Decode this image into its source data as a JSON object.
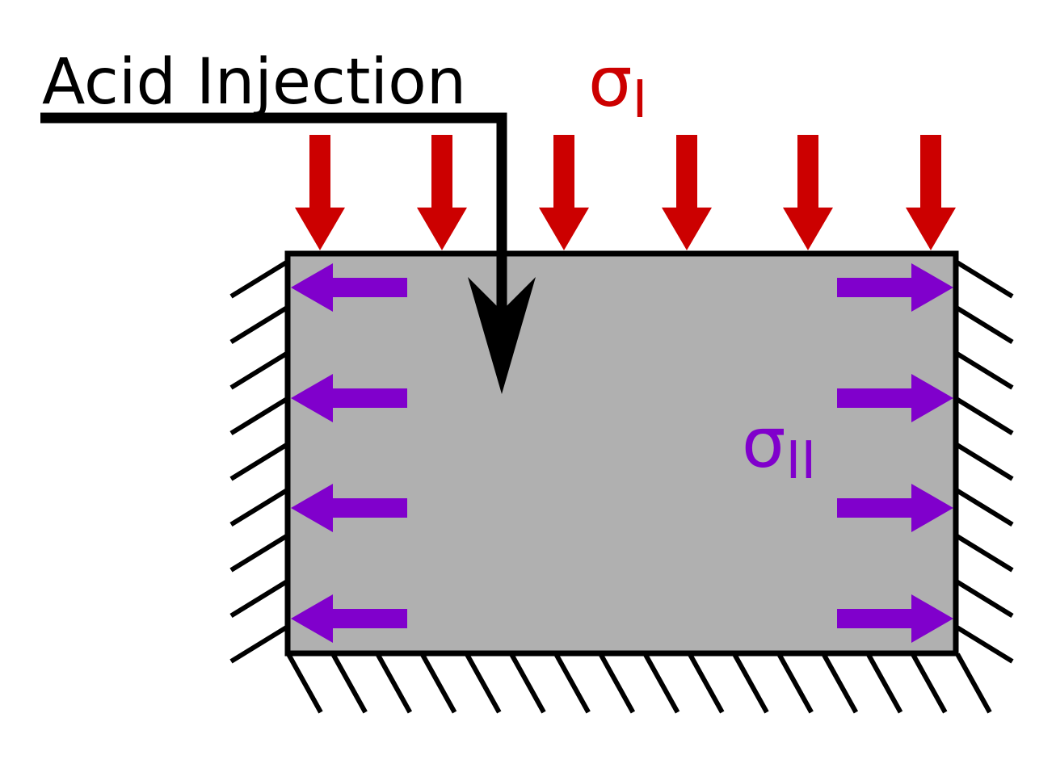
{
  "labels": {
    "acid_injection": "Acid Injection",
    "sigma_1_symbol": "σ",
    "sigma_1_subscript": "I",
    "sigma_2_symbol": "σ",
    "sigma_2_subscript": "II"
  },
  "colors": {
    "background": "#ffffff",
    "block_fill": "#b0b0b0",
    "outline": "#000000",
    "sigma_1": "#cc0000",
    "sigma_2": "#8000cc"
  },
  "icons": {
    "vertical_stress": "arrow-down-icon",
    "horizontal_stress_left": "arrow-left-icon",
    "horizontal_stress_right": "arrow-right-icon",
    "injection_flow": "arrow-down-icon",
    "fixed_support": "hatched-ground-icon"
  }
}
